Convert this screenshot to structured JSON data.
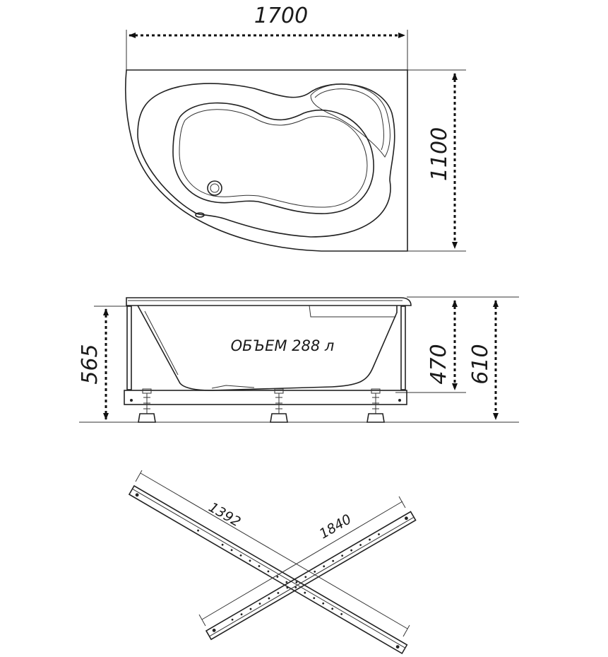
{
  "top_view": {
    "length_label": "1700",
    "width_label": "1100"
  },
  "side_view": {
    "volume_label": "ОБЪЕМ 288 л",
    "height_total_left_label": "565",
    "depth_label": "470",
    "height_total_right_label": "610"
  },
  "frame_view": {
    "beam_a_label": "1392",
    "beam_b_label": "1840"
  }
}
